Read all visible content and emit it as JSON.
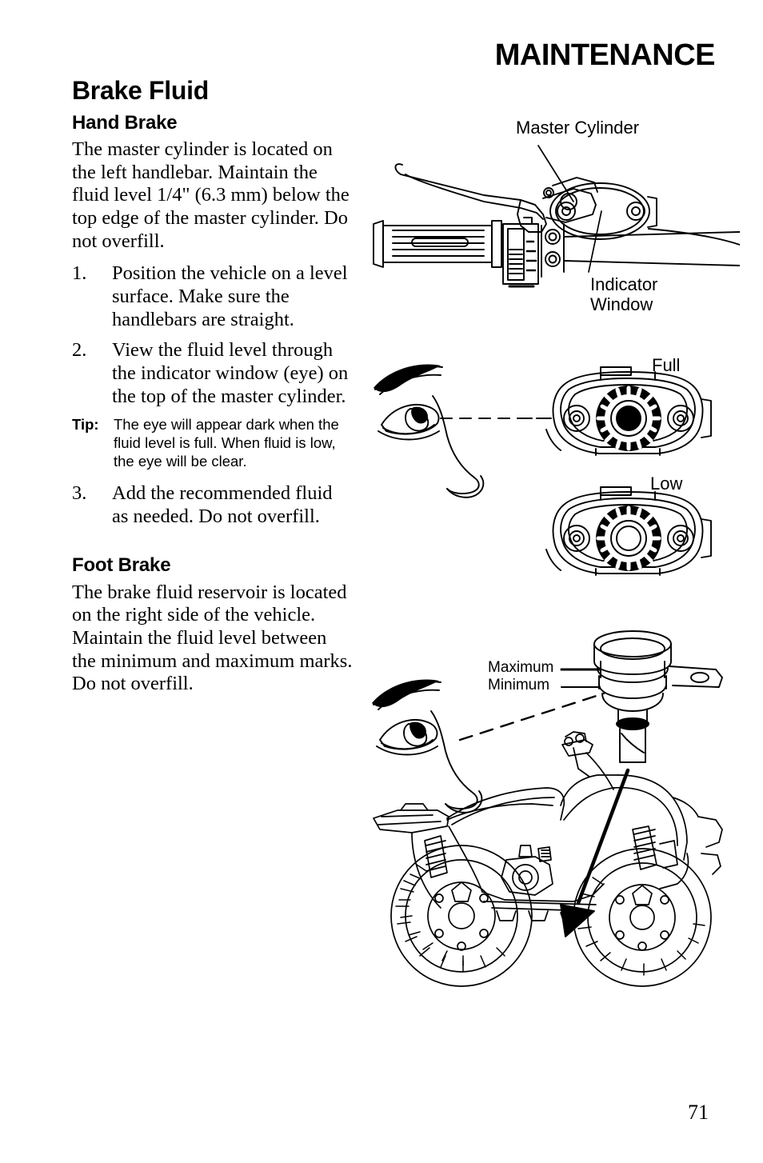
{
  "header": {
    "running_head": "MAINTENANCE"
  },
  "page_number": "71",
  "content": {
    "title": "Brake Fluid",
    "hand_brake": {
      "heading": "Hand Brake",
      "intro": "The master cylinder is located on the left handlebar. Maintain the fluid level 1/4\" (6.3 mm) below the top edge of the master cylinder. Do not overfill.",
      "steps": [
        {
          "num": "1.",
          "text": "Position the vehicle on a level surface. Make sure the handlebars are straight."
        },
        {
          "num": "2.",
          "text": "View the fluid level through the indicator window (eye) on the top of the master cylinder."
        },
        {
          "num": "3.",
          "text": "Add the recommended fluid as needed. Do not overfill."
        }
      ],
      "tip": {
        "label": "Tip:",
        "text": "The eye will appear dark when the fluid level is full. When fluid is low, the eye will be clear."
      }
    },
    "foot_brake": {
      "heading": "Foot Brake",
      "intro": "The brake fluid reservoir is located on the right side of the vehicle. Maintain the fluid level between the minimum and maximum marks. Do not overfill."
    }
  },
  "figures": {
    "handlebar": {
      "name": "handlebar-master-cylinder-figure",
      "callouts": {
        "master_cylinder": "Master Cylinder",
        "indicator_window_line1": "Indicator",
        "indicator_window_line2": "Window"
      }
    },
    "sight_glass": {
      "name": "indicator-window-sight-glass-figure",
      "callouts": {
        "full": "Full",
        "low": "Low"
      }
    },
    "reservoir": {
      "name": "foot-brake-reservoir-figure",
      "callouts": {
        "maximum": "Maximum",
        "minimum": "Minimum"
      }
    },
    "atv": {
      "name": "atv-side-view-figure"
    }
  }
}
